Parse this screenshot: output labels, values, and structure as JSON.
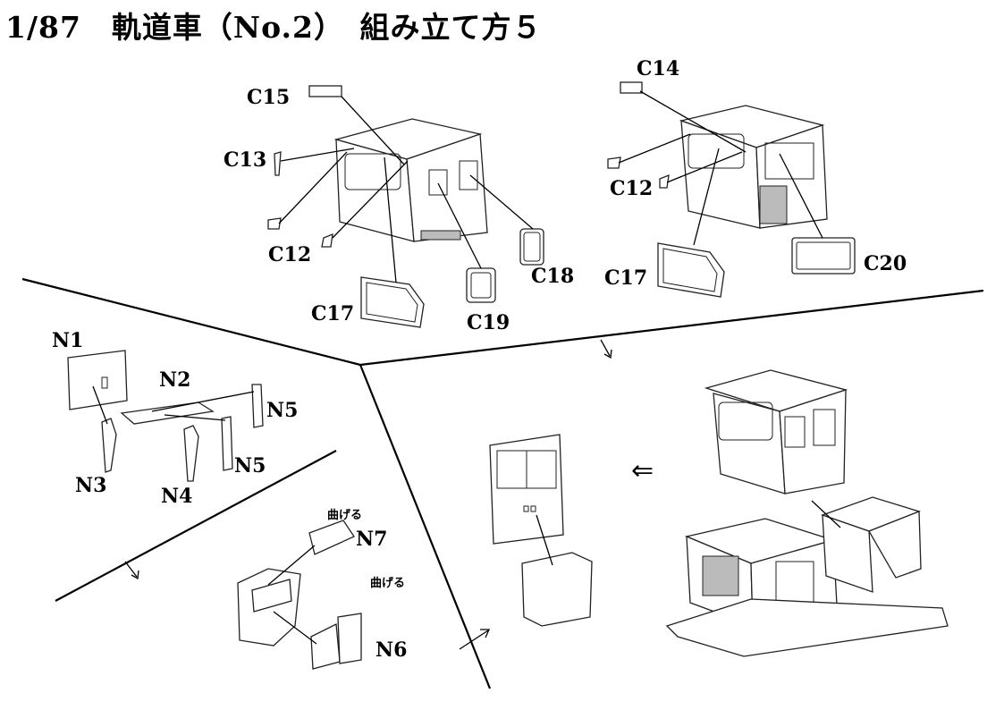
{
  "title": "1/87　軌道車（No.2）　組み立て方５",
  "labels": {
    "c15": "C15",
    "c13": "C13",
    "c12a": "C12",
    "c17a": "C17",
    "c19": "C19",
    "c18": "C18",
    "c14": "C14",
    "c12b": "C12",
    "c17b": "C17",
    "c20": "C20",
    "n1": "N1",
    "n2": "N2",
    "n3": "N3",
    "n4": "N4",
    "n5a": "N5",
    "n5b": "N5",
    "n6": "N6",
    "n7": "N7",
    "bend1": "曲げる",
    "bend2": "曲げる"
  },
  "arrows": {
    "insert": "⇐"
  }
}
